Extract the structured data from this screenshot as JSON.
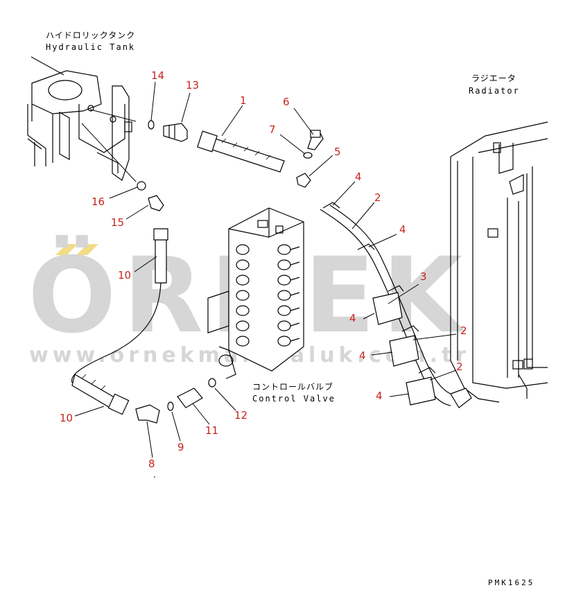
{
  "labels": {
    "hydraulic_tank_jp": "ハイドロリックタンク",
    "hydraulic_tank_en": "Hydraulic Tank",
    "radiator_jp": "ラジエータ",
    "radiator_en": "Radiator",
    "control_valve_jp": "コントロールバルブ",
    "control_valve_en": "Control Valve"
  },
  "watermark": {
    "brand": "ÖRNEK",
    "url": "www.ornekmakinaluk.com.tr"
  },
  "drawing_code": "PMK1625",
  "callouts": {
    "c1": "1",
    "c2a": "2",
    "c2b": "2",
    "c2c": "2",
    "c3": "3",
    "c4a": "4",
    "c4b": "4",
    "c4c": "4",
    "c4d": "4",
    "c4e": "4",
    "c5": "5",
    "c6": "6",
    "c7": "7",
    "c8": "8",
    "c9": "9",
    "c10a": "10",
    "c10b": "10",
    "c11": "11",
    "c12": "12",
    "c13": "13",
    "c14": "14",
    "c15": "15",
    "c16": "16"
  },
  "colors": {
    "callout": "#c8231e",
    "watermark": "#d6d6d6",
    "watermark_accent": "#f2dc86"
  }
}
